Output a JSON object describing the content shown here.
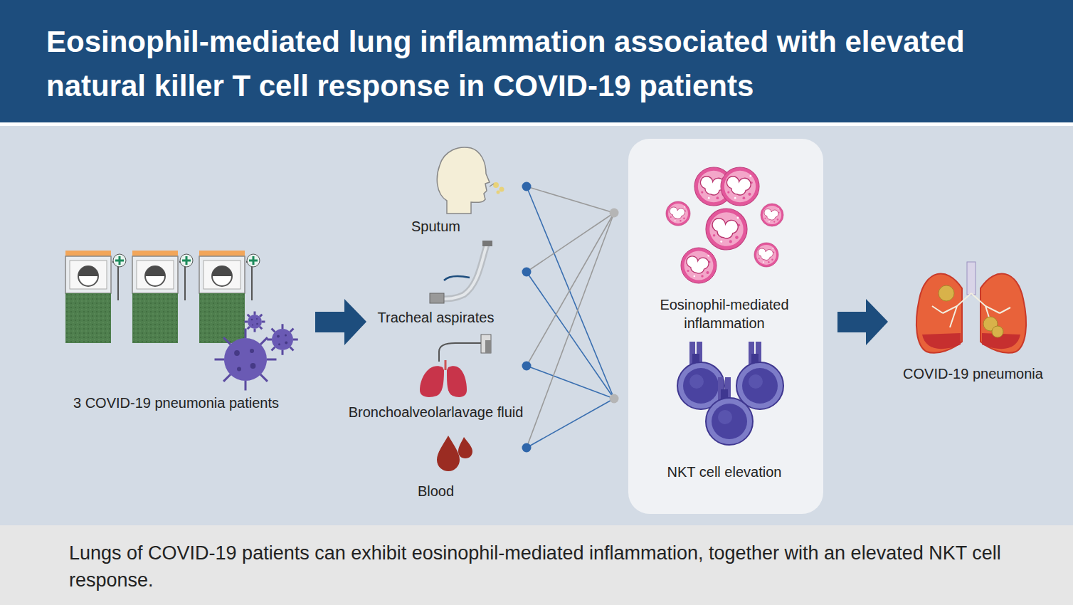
{
  "diagram": {
    "title": "Eosinophil-mediated lung inflammation associated with elevated natural killer T cell response in COVID-19 patients",
    "caption": "Lungs of COVID-19 patients can exhibit eosinophil-mediated inflammation, together with an elevated NKT cell response.",
    "nodes": [
      {
        "text": [
          "3 COVID-19 pneumonia patients"
        ]
      },
      {
        "text": [
          "Sputum"
        ]
      },
      {
        "text": [
          "Tracheal aspirates"
        ]
      },
      {
        "text": [
          "Bronchoalveolarlavage fluid"
        ]
      },
      {
        "text": [
          "Blood"
        ]
      },
      {
        "text": [
          "Eosinophil-mediated inflammation"
        ]
      },
      {
        "text": [
          "NKT cell elevation"
        ]
      },
      {
        "text": [
          "COVID-19 pneumonia"
        ]
      }
    ],
    "edges": [
      {
        "from": 1,
        "to": 5,
        "arrow": "none"
      },
      {
        "from": 1,
        "to": 6,
        "arrow": "none"
      },
      {
        "from": 2,
        "to": 5,
        "arrow": "none"
      },
      {
        "from": 2,
        "to": 6,
        "arrow": "none"
      },
      {
        "from": 3,
        "to": 5,
        "arrow": "none"
      },
      {
        "from": 3,
        "to": 6,
        "arrow": "none"
      },
      {
        "from": 4,
        "to": 5,
        "arrow": "none"
      },
      {
        "from": 4,
        "to": 6,
        "arrow": "none"
      }
    ]
  }
}
